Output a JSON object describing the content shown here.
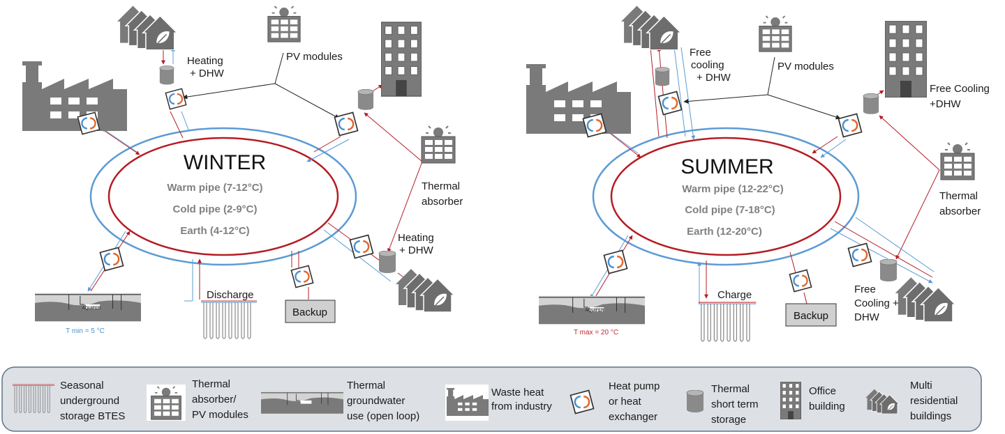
{
  "winter": {
    "title": "WINTER",
    "warm_pipe": "Warm pipe (7-12°C)",
    "cold_pipe": "Cold pipe (2-9°C)",
    "earth": "Earth (4-12°C)",
    "heating_top": [
      "Heating",
      "+ DHW"
    ],
    "pv_modules": "PV modules",
    "thermal_absorber": [
      "Thermal",
      "absorber"
    ],
    "heating_bottom": [
      "Heating",
      "+ DHW"
    ],
    "discharge": "Discharge",
    "backup": "Backup",
    "aquifer": "AQUIFER",
    "t_note": "T min = 5 °C"
  },
  "summer": {
    "title": "SUMMER",
    "warm_pipe": "Warm pipe (12-22°C)",
    "cold_pipe": "Cold pipe (7-18°C)",
    "earth": "Earth (12-20°C)",
    "free_cooling_top": [
      "Free",
      "cooling",
      "+ DHW"
    ],
    "pv_modules": "PV modules",
    "free_cooling_office": [
      "Free Cooling",
      "+DHW"
    ],
    "thermal_absorber": [
      "Thermal",
      "absorber"
    ],
    "free_cooling_bottom": [
      "Free",
      "Cooling +",
      "DHW"
    ],
    "charge": "Charge",
    "backup": "Backup",
    "aquifer": "AQUIFER",
    "t_note": "T max = 20 °C"
  },
  "legend": {
    "items": [
      {
        "icon": "btes-icon",
        "lines": [
          "Seasonal",
          "underground",
          "storage BTES"
        ]
      },
      {
        "icon": "solar-panel-icon",
        "lines": [
          "Thermal",
          "absorber/",
          "PV modules"
        ]
      },
      {
        "icon": "aquifer-icon",
        "lines": [
          "Thermal",
          "groundwater",
          "use (open loop)"
        ]
      },
      {
        "icon": "factory-icon",
        "lines": [
          "Waste heat",
          "from industry"
        ]
      },
      {
        "icon": "heat-pump-icon",
        "lines": [
          "Heat pump",
          "or heat",
          "exchanger"
        ]
      },
      {
        "icon": "storage-tank-icon",
        "lines": [
          "Thermal",
          "short term",
          "storage"
        ]
      },
      {
        "icon": "office-building-icon",
        "lines": [
          "Office",
          "building"
        ]
      },
      {
        "icon": "houses-icon",
        "lines": [
          "Multi",
          "residential",
          "buildings"
        ]
      }
    ]
  },
  "colors": {
    "warm_pipe": "#b51c24",
    "cold_pipe": "#5b9bd5",
    "icon_gray": "#7a7a7a",
    "legend_bg": "#dde0e5",
    "legend_border": "#5e7387",
    "tmin": "#4a8fd0",
    "tmax": "#c0282e"
  }
}
